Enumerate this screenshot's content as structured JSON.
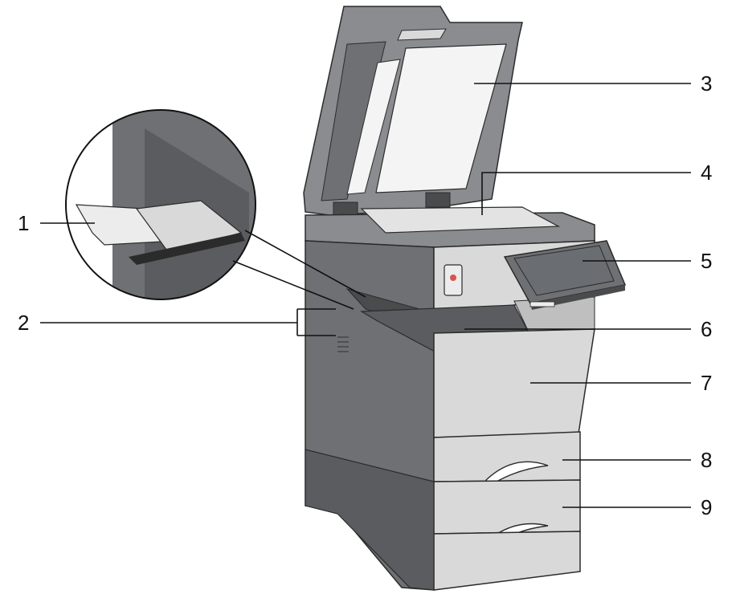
{
  "figure": {
    "callouts": [
      {
        "number": "1",
        "part": "bypass-tray"
      },
      {
        "number": "2",
        "part": "ventilation-holes"
      },
      {
        "number": "3",
        "part": "adf-cover"
      },
      {
        "number": "4",
        "part": "exposure-glass"
      },
      {
        "number": "5",
        "part": "control-panel"
      },
      {
        "number": "6",
        "part": "output-tray"
      },
      {
        "number": "7",
        "part": "front-cover"
      },
      {
        "number": "8",
        "part": "paper-tray-1"
      },
      {
        "number": "9",
        "part": "paper-tray-2"
      }
    ]
  },
  "colors": {
    "body_dark": "#6e7073",
    "body_mid": "#8a8c8f",
    "body_light": "#d9d9d9",
    "panel_light": "#ececec",
    "screen": "#6a6d71",
    "accent_red": "#d9534f",
    "outline": "#2b2b2b"
  }
}
